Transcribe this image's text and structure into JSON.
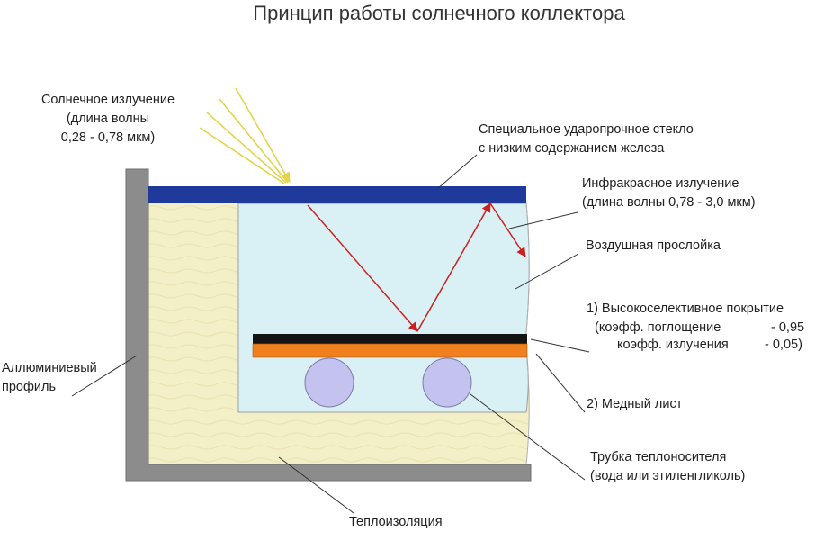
{
  "title": "Принцип работы солнечного коллектора",
  "labels": {
    "solar": [
      "Солнечное излучение",
      "(длина волны",
      "0,28 - 0,78 мкм)"
    ],
    "glass": [
      "Специальное ударопрочное стекло",
      "с низким содержанием железа"
    ],
    "infrared": [
      "Инфракрасное излучение",
      "(длина волны 0,78 - 3,0 мкм)"
    ],
    "air_gap": "Воздушная прослойка",
    "coating": "1) Высокоселективное покрытие",
    "absorption_label": "(коэфф. поглощение",
    "absorption_value": "- 0,95",
    "emission_label": "коэфф. излучения",
    "emission_value": "- 0,05)",
    "copper": "2) Медный лист",
    "tube": [
      "Трубка теплоносителя",
      "(вода или этиленгликоль)"
    ],
    "profile": [
      "Аллюминиевый",
      "профиль"
    ],
    "insulation": "Теплоизоляция"
  },
  "colors": {
    "glass": "#1f3a9a",
    "air": "#d9f1f4",
    "insulation": "#f3efc6",
    "profile": "#8c8c8c",
    "coating": "#141414",
    "copper": "#f07f1e",
    "tube": "#c4c2ee",
    "ray_in": "#e3d44a",
    "ray_reflect": "#cc2020"
  }
}
